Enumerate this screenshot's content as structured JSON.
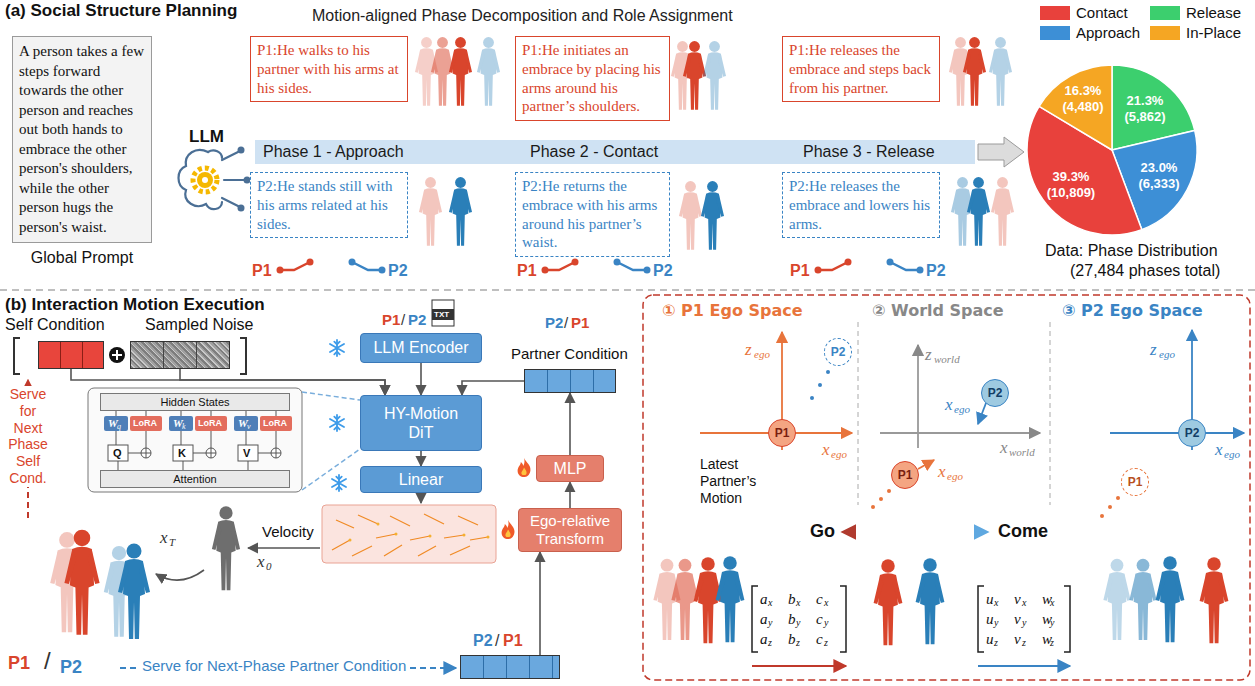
{
  "diagram": {
    "nodes": [
      {
        "text": [
          "A person takes a few steps forward towards the other person and reaches out both hands to embrace the other person's shoulders, while the other person hugs the person's waist.",
          "Global Prompt"
        ]
      },
      {
        "text": [
          "P1:He walks to his partner with his arms at his sides."
        ]
      },
      {
        "text": [
          "P1:He initiates an embrace by placing his arms around his partner’s shoulders."
        ]
      },
      {
        "text": [
          "P1:He releases the embrace and steps back from his partner."
        ]
      },
      {
        "text": [
          "Phase 1 - Approach",
          "Phase 2 - Contact",
          "Phase 3 - Release"
        ]
      },
      {
        "text": [
          "P2:He stands still with his arms related at his sides."
        ]
      },
      {
        "text": [
          "P2:He returns the embrace with his arms around his partner’s waist."
        ]
      },
      {
        "text": [
          "P2:He releases the embrace and lowers his arms."
        ]
      },
      {
        "text": [
          "Self Condition"
        ]
      },
      {
        "text": [
          "Sampled Noise"
        ]
      },
      {
        "text": [
          "LLM Encoder"
        ]
      },
      {
        "text": [
          "Partner Condition"
        ]
      },
      {
        "text": [
          "Hidden States"
        ]
      },
      {
        "text": [
          "HY-Motion DiT"
        ]
      },
      {
        "text": [
          "Attention"
        ]
      },
      {
        "text": [
          "Linear"
        ]
      },
      {
        "text": [
          "MLP"
        ]
      },
      {
        "text": [
          "Ego-relative Transform"
        ]
      },
      {
        "text": [
          "P2",
          "/",
          "P1"
        ]
      },
      {
        "text": [
          "P1"
        ]
      },
      {
        "text": [
          "P2"
        ]
      },
      {
        "text": [
          "P2"
        ]
      },
      {
        "text": [
          "P1"
        ]
      },
      {
        "text": [
          "P2"
        ]
      },
      {
        "text": [
          "P1"
        ]
      }
    ],
    "edges": [
      {
        "from": 8,
        "to": 13,
        "arrow": "to"
      },
      {
        "from": 9,
        "to": 13,
        "arrow": "to"
      },
      {
        "from": 10,
        "to": 13,
        "arrow": "to"
      },
      {
        "from": 11,
        "to": 13,
        "arrow": "to"
      },
      {
        "from": 13,
        "to": 15,
        "arrow": "to"
      },
      {
        "from": 18,
        "to": 17,
        "arrow": "to"
      },
      {
        "from": 17,
        "to": 16,
        "arrow": "to"
      },
      {
        "from": 16,
        "to": 11,
        "arrow": "to"
      }
    ],
    "labels": [
      "(a) Social Structure Planning",
      "LLM",
      "Motion-aligned Phase Decomposition and Role Assignment",
      "P1",
      "P2",
      "P1",
      "P2",
      "P1",
      "P2",
      "16.3% (4,480)",
      "21.3% (5,862)",
      "39.3% (10,809)",
      "23.0% (6,333)",
      "Data: Phase Distribution",
      "(27,484 phases total)",
      "(b) Interaction Motion Execution",
      "P1",
      "/",
      "P2",
      "TXT",
      "P2",
      "/",
      "P1",
      "Serve for Next Phase Self Cond.",
      "W",
      "q",
      "LoRA",
      "Q",
      "W",
      "k",
      "LoRA",
      "K",
      "W",
      "v",
      "LoRA",
      "V",
      "Velocity",
      "x",
      "0",
      "x",
      "T",
      "P1",
      "/",
      "P2",
      "Serve for Next-Phase Partner Condition",
      "① P1 Ego Space",
      "② World Space",
      "③ P2 Ego Space",
      "z",
      "ego",
      "x",
      "ego",
      "Latest Partner’s Motion",
      "z",
      "world",
      "x",
      "world",
      "x",
      "ego",
      "x",
      "ego",
      "z",
      "ego",
      "x",
      "ego",
      "Go",
      "Come",
      "a",
      "x",
      "b",
      "x",
      "c",
      "x",
      "a",
      "y",
      "b",
      "y",
      "c",
      "y",
      "a",
      "z",
      "b",
      "z",
      "c",
      "z",
      "u",
      "x",
      "v",
      "x",
      "w",
      "x",
      "u",
      "y",
      "v",
      "y",
      "w",
      "y",
      "u",
      "z",
      "v",
      "z",
      "w",
      "z"
    ],
    "legend": [
      {
        "text": "Contact",
        "color": "#e8413c"
      },
      {
        "text": "Release",
        "color": "#3ccf6e"
      },
      {
        "text": "Approach",
        "color": "#3d8fd6"
      },
      {
        "text": "In-Place",
        "color": "#f5a623"
      }
    ]
  }
}
